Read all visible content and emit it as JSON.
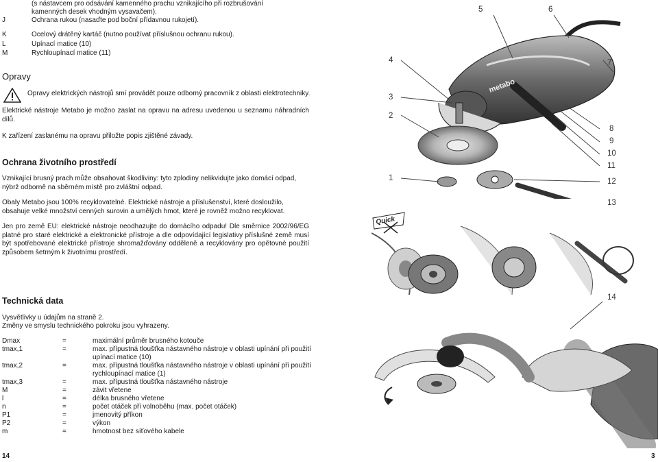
{
  "list_items": [
    {
      "key": "",
      "text": "(s nástavcem pro odsávání kamenného prachu vznikajícího při rozbrušování kamenných desek vhodným vysavačem)."
    },
    {
      "key": "J",
      "text": "Ochrana rukou (nasaďte pod boční přídavnou rukojetí)."
    },
    {
      "key": "K",
      "text": "Ocelový drátěný kartáč (nutno používat příslušnou ochranu rukou)."
    },
    {
      "key": "L",
      "text": "Upínací matice (10)"
    },
    {
      "key": "M",
      "text": "Rychloupínací matice (11)"
    }
  ],
  "repairs": {
    "heading": "Opravy",
    "warning": "Opravy elektrických nástrojů smí provádět pouze odborný pracovník z oblasti elektrotechniky.",
    "p1": "Elektrické nástroje Metabo je možno zaslat na opravu na adresu uvedenou u seznamu náhradních dílů.",
    "p2": "K zařízení zaslanému na opravu přiložte popis zjištěné závady."
  },
  "environment": {
    "heading": "Ochrana životního prostředí",
    "p1": "Vznikající brusný prach může obsahovat škodliviny: tyto zplodiny nelikvidujte jako domácí odpad, nýbrž odborně na sběrném místě pro zvláštní odpad.",
    "p2": "Obaly Metabo jsou 100% recyklovatelné. Elektrické nástroje a příslušenství, které dosloužilo, obsahuje velké množství cenných surovin a umělých hmot, které je rovněž možno recyklovat.",
    "p3": "Jen pro země EU: elektrické nástroje neodhazujte do domácího odpadu! Dle směrnice 2002/96/EG platné pro staré elektrické a elektronické přístroje a dle odpovídající legislativy příslušné země musí být spotřebované elektrické přístroje shromažďovány odděleně a recyklovány pro opětovné použití způsobem šetrným k životnímu prostředí."
  },
  "tech": {
    "heading": "Technická data",
    "intro1": "Vysvětlivky u údajům na straně 2.",
    "intro2": "Změny ve smyslu technického pokroku jsou vyhrazeny.",
    "rows": [
      {
        "k": "Dmax",
        "e": "=",
        "v": "maximální průměr brusného kotouče"
      },
      {
        "k": "tmax,1",
        "e": "=",
        "v": "max. přípustná tloušťka nástavného nástroje v oblasti upínání při použití upínací matice (10)"
      },
      {
        "k": "tmax,2",
        "e": "=",
        "v": "max. přípustná tloušťka nástavného nástroje v oblasti upínání při použití rychloupínací matice (1)"
      },
      {
        "k": "tmax,3",
        "e": "=",
        "v": "max. přípustná tloušťka nástavného nástroje"
      },
      {
        "k": "M",
        "e": "=",
        "v": "závit vřetene"
      },
      {
        "k": "l",
        "e": "=",
        "v": "délka brusného vřetene"
      },
      {
        "k": "n",
        "e": "=",
        "v": "počet otáček při volnoběhu (max. počet otáček)"
      },
      {
        "k": "P1",
        "e": "=",
        "v": "jmenovitý příkon"
      },
      {
        "k": "P2",
        "e": "=",
        "v": "výkon"
      },
      {
        "k": "m",
        "e": "=",
        "v": "hmotnost bez síťového kabele"
      }
    ]
  },
  "figure_labels": [
    "1",
    "2",
    "3",
    "4",
    "5",
    "6",
    "7",
    "8",
    "9",
    "10",
    "11",
    "12",
    "13",
    "14"
  ],
  "brand_text": "metabo",
  "quick_text": "Quick",
  "page_left": "14",
  "page_right": "3"
}
